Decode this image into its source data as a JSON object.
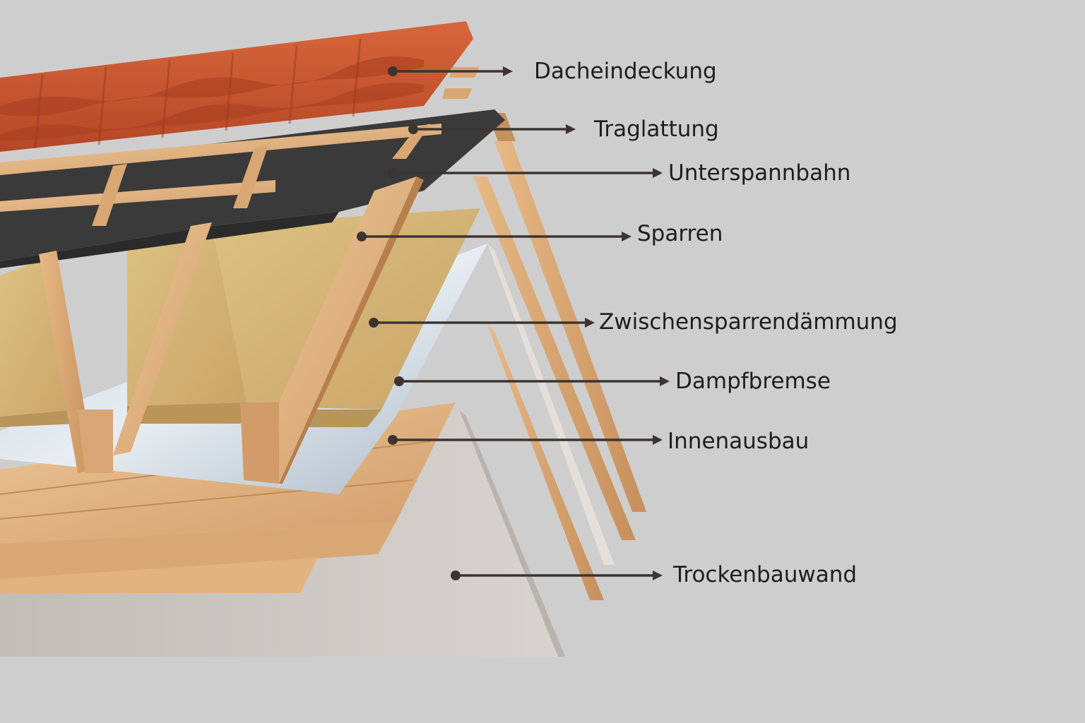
{
  "colors": {
    "background": "#cecece",
    "tile": "#c4542f",
    "batten": "#e2b583",
    "membrane": "#3a3a3a",
    "insulation": "#d6b77a",
    "vapor_barrier": "#b9c6d3",
    "interior_boards": "#dfb486",
    "drywall": "#cfc9c4",
    "leader_line": "#3d3432",
    "label_text": "#1e1e1e"
  },
  "layers": [
    {
      "id": "dacheindeckung",
      "label": "Dacheindeckung"
    },
    {
      "id": "traglattung",
      "label": "Traglattung"
    },
    {
      "id": "unterspannbahn",
      "label": "Unterspannbahn"
    },
    {
      "id": "sparren",
      "label": "Sparren"
    },
    {
      "id": "zwischensparrendaemmung",
      "label": "Zwischensparrendämmung"
    },
    {
      "id": "dampfbremse",
      "label": "Dampfbremse"
    },
    {
      "id": "innenausbau",
      "label": "Innenausbau"
    },
    {
      "id": "trockenbauwand",
      "label": "Trockenbauwand"
    }
  ]
}
